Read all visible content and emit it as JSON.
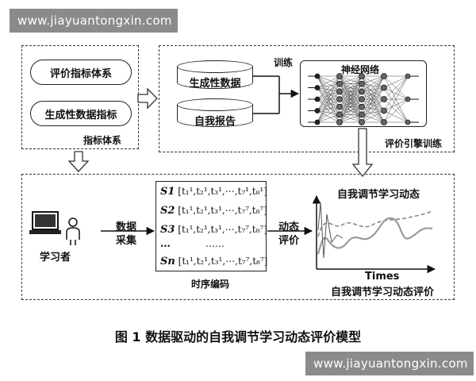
{
  "watermarks": {
    "top": "www.jiayuantongxin.com",
    "bottom": "www.jiayuantongxin.com"
  },
  "indicator_system": {
    "items": [
      "评价指标体系",
      "生成性数据指标"
    ],
    "label": "指标体系"
  },
  "engine": {
    "data_sources": [
      "生成性数据",
      "自我报告"
    ],
    "train_label": "训练",
    "network_title": "神经网络",
    "label": "评价引擎训练"
  },
  "learner": {
    "label": "学习者"
  },
  "collect_label": [
    "数据",
    "采集"
  ],
  "sequence": {
    "rows": [
      {
        "id": "S1",
        "seq": "[t₁¹,t₂¹,t₃¹,⋯,t₇¹,t₈¹]"
      },
      {
        "id": "S2",
        "seq": "[t₁¹,t₂¹,t₃¹,⋯,t₇⁷,t₈⁷]"
      },
      {
        "id": "S3",
        "seq": "[t₁¹,t₂¹,t₃¹,⋯,t₇⁷,t₈⁷]"
      },
      {
        "id": "…",
        "seq": "……"
      },
      {
        "id": "Sn",
        "seq": "[t₁¹,t₂¹,t₃¹,⋯,t₇⁷,t₈⁷]"
      }
    ],
    "label": "时序编码"
  },
  "dynamic_eval_label": [
    "动态",
    "评价"
  ],
  "chart": {
    "title": "自我调节学习动态",
    "xlabel": "Times",
    "bottom_label": "自我调节学习动态评价"
  },
  "caption": "图 1  数据驱动的自我调节学习动态评价模型"
}
